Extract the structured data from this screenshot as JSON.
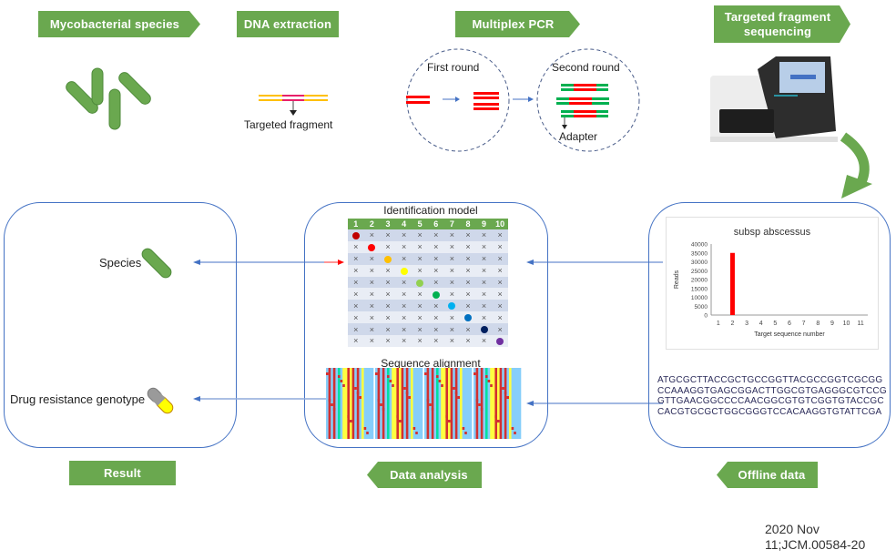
{
  "steps": {
    "mycobacterial_species": "Mycobacterial species",
    "dna_extraction": "DNA extraction",
    "multiplex_pcr": "Multiplex PCR",
    "targeted_sequencing_line1": "Targeted fragment",
    "targeted_sequencing_line2": "sequencing",
    "result": "Result",
    "data_analysis": "Data analysis",
    "offline_data": "Offline data"
  },
  "dna": {
    "targeted_fragment_label": "Targeted fragment"
  },
  "pcr": {
    "first_round_label": "First round",
    "second_round_label": "Second round",
    "adapter_label": "Adapter"
  },
  "result_panel": {
    "species_label": "Species",
    "drug_resistance_label": "Drug resistance genotype"
  },
  "analysis_panel": {
    "identification_model_title": "Identification model",
    "sequence_alignment_title": "Sequence alignment",
    "columns": [
      "1",
      "2",
      "3",
      "4",
      "5",
      "6",
      "7",
      "8",
      "9",
      "10"
    ],
    "cross_symbol": "×",
    "hits": [
      {
        "row": 1,
        "col": 1,
        "color": "#c00000"
      },
      {
        "row": 2,
        "col": 2,
        "color": "#ff0000"
      },
      {
        "row": 3,
        "col": 3,
        "color": "#ffc000"
      },
      {
        "row": 4,
        "col": 4,
        "color": "#ffff00"
      },
      {
        "row": 5,
        "col": 5,
        "color": "#92d050"
      },
      {
        "row": 6,
        "col": 6,
        "color": "#00b050"
      },
      {
        "row": 7,
        "col": 7,
        "color": "#00b0f0"
      },
      {
        "row": 8,
        "col": 8,
        "color": "#0070c0"
      },
      {
        "row": 9,
        "col": 9,
        "color": "#002060"
      },
      {
        "row": 10,
        "col": 10,
        "color": "#7030a0"
      }
    ],
    "selected_row": 2
  },
  "offline_panel": {
    "sequence_lines": [
      "ATGCGCTTACCGCTGCCGGTTACGCCGGTCGCGG",
      "CCAAAGGTGAGCGGACTTGGCGTGAGGGCGTCCG",
      "GTTGAACGGCCCCAACGGCGTGTCGGTGTACCGC",
      "CACGTGCGCTGGCGGGTCCACAAGGTGTATTCGA"
    ]
  },
  "chart_data": {
    "type": "bar",
    "title": "subsp abscessus",
    "xlabel": "Target sequence number",
    "ylabel": "Reads",
    "categories": [
      "1",
      "2",
      "3",
      "4",
      "5",
      "6",
      "7",
      "8",
      "9",
      "10",
      "11"
    ],
    "values": [
      0,
      35000,
      0,
      0,
      0,
      0,
      0,
      0,
      0,
      0,
      0
    ],
    "ylim": [
      0,
      40000
    ],
    "yticks": [
      "0",
      "5000",
      "10000",
      "15000",
      "20000",
      "25000",
      "30000",
      "35000",
      "40000"
    ],
    "bar_color": "#ff0000",
    "grid": false,
    "legend": "none"
  },
  "citation": {
    "line1": "2020 Nov",
    "line2": "11;JCM.00584-20"
  },
  "colors": {
    "tag_green": "#6aa84f",
    "panel_blue": "#4472c4",
    "arrow_green": "#6aa84f"
  }
}
